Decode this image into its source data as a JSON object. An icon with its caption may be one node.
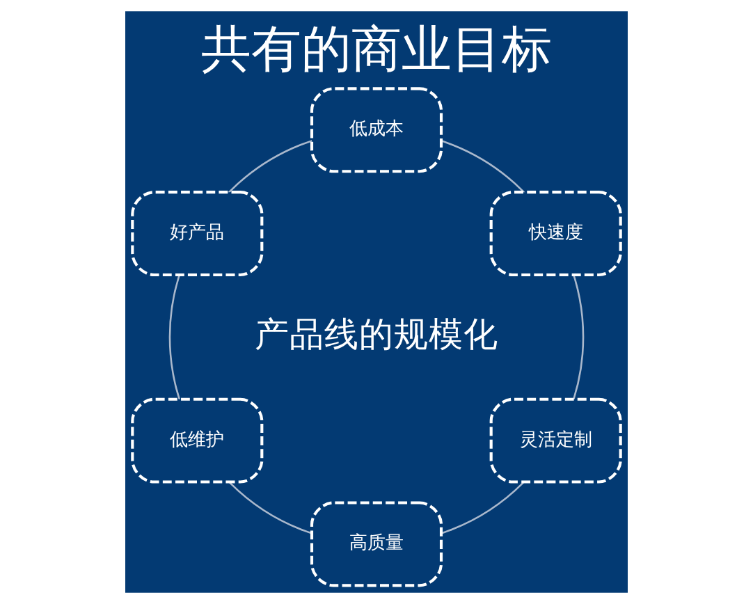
{
  "diagram": {
    "title": "共有的商业目标",
    "nodes": [
      {
        "text": [
          "低成本"
        ]
      },
      {
        "text": [
          "好产品"
        ]
      },
      {
        "text": [
          "快速度"
        ]
      },
      {
        "text": [
          "产品线的规模化"
        ]
      },
      {
        "text": [
          "低维护"
        ]
      },
      {
        "text": [
          "灵活定制"
        ]
      },
      {
        "text": [
          "高质量"
        ]
      }
    ]
  }
}
